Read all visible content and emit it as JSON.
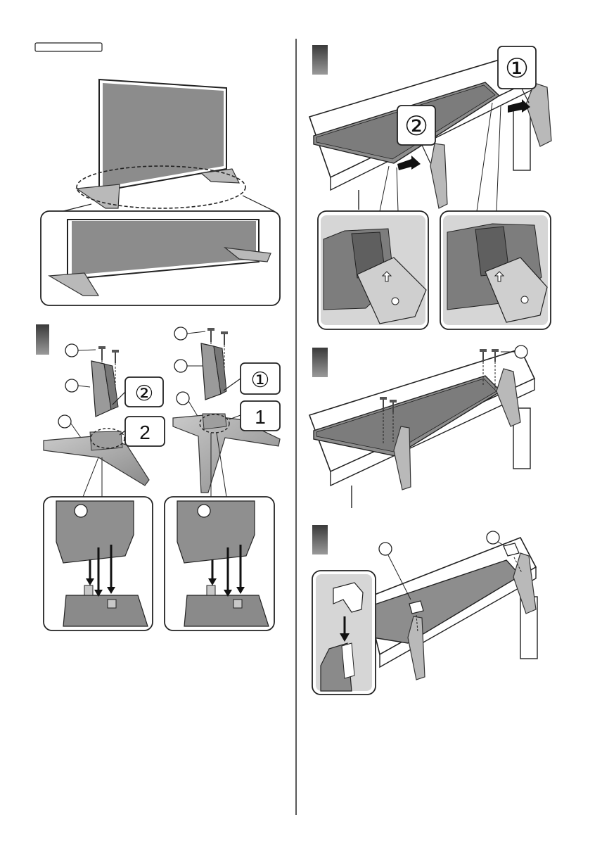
{
  "callouts": {
    "circ1": "①",
    "circ2": "②",
    "num1": "1",
    "num2": "2"
  },
  "colors": {
    "panel": "#8c8c8c",
    "panel_dark": "#6f6f6f",
    "stand": "#b9b9b9",
    "stand_dark": "#8d8d8d",
    "cloth": "#ffffff",
    "line": "#111111",
    "step_marker": "#505050"
  }
}
